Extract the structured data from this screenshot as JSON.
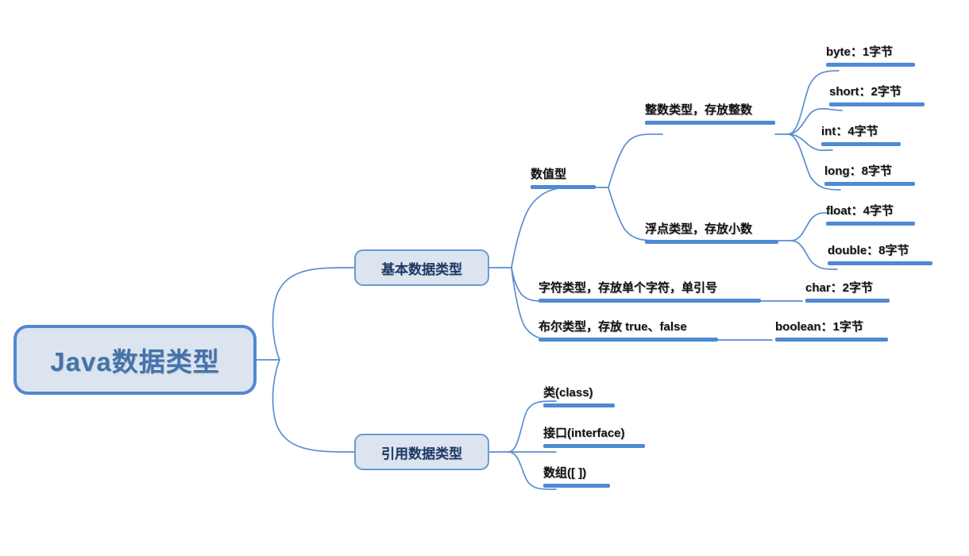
{
  "diagram": {
    "type": "mind-map",
    "title": "Java数据类型",
    "colors": {
      "node_fill": "#dce4f0",
      "node_border": "#5189ce",
      "branch_border": "#6a9ad8",
      "connector": "#5a8fd0",
      "underline": "#5089d4",
      "root_text": "#4573a9",
      "branch_text": "#1f3864",
      "leaf_text": "#111111",
      "background": "#ffffff"
    }
  },
  "root": {
    "label": "Java数据类型"
  },
  "branches": {
    "primitive": {
      "label": "基本数据类型",
      "children": {
        "numeric": {
          "label": "数值型",
          "children": {
            "integer": {
              "label": "整数类型，存放整数",
              "children": [
                {
                  "label": "byte：1字节"
                },
                {
                  "label": "short：2字节"
                },
                {
                  "label": "int：4字节"
                },
                {
                  "label": "long：8字节"
                }
              ]
            },
            "floating": {
              "label": "浮点类型，存放小数",
              "children": [
                {
                  "label": "float：4字节"
                },
                {
                  "label": "double：8字节"
                }
              ]
            }
          }
        },
        "character": {
          "label": "字符类型，存放单个字符，单引号",
          "children": [
            {
              "label": "char：2字节"
            }
          ]
        },
        "boolean": {
          "label": "布尔类型，存放 true、false",
          "children": [
            {
              "label": "boolean：1字节"
            }
          ]
        }
      }
    },
    "reference": {
      "label": "引用数据类型",
      "children": [
        {
          "label": "类(class)"
        },
        {
          "label": "接口(interface)"
        },
        {
          "label": "数组([ ])"
        }
      ]
    }
  }
}
